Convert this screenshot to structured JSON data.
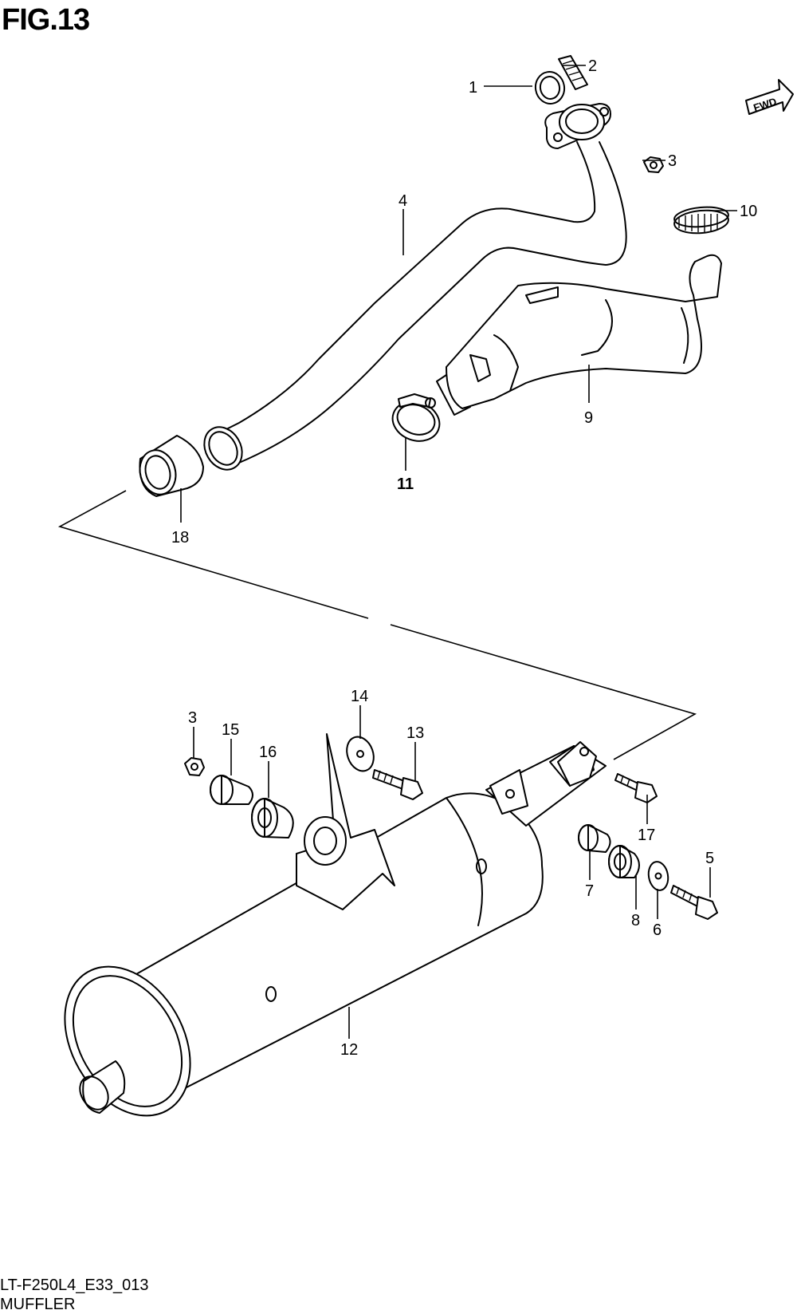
{
  "figure": {
    "title": "FIG.13",
    "code": "LT-F250L4_E33_013",
    "name": "MUFFLER",
    "fwd_label": "FWD"
  },
  "callouts": [
    {
      "id": "1",
      "label": "1"
    },
    {
      "id": "2",
      "label": "2"
    },
    {
      "id": "3a",
      "label": "3"
    },
    {
      "id": "4",
      "label": "4"
    },
    {
      "id": "10",
      "label": "10"
    },
    {
      "id": "9",
      "label": "9"
    },
    {
      "id": "11",
      "label": "11"
    },
    {
      "id": "18",
      "label": "18"
    },
    {
      "id": "3b",
      "label": "3"
    },
    {
      "id": "15",
      "label": "15"
    },
    {
      "id": "16",
      "label": "16"
    },
    {
      "id": "14",
      "label": "14"
    },
    {
      "id": "13",
      "label": "13"
    },
    {
      "id": "17",
      "label": "17"
    },
    {
      "id": "5",
      "label": "5"
    },
    {
      "id": "7",
      "label": "7"
    },
    {
      "id": "8",
      "label": "8"
    },
    {
      "id": "6",
      "label": "6"
    },
    {
      "id": "12",
      "label": "12"
    }
  ]
}
